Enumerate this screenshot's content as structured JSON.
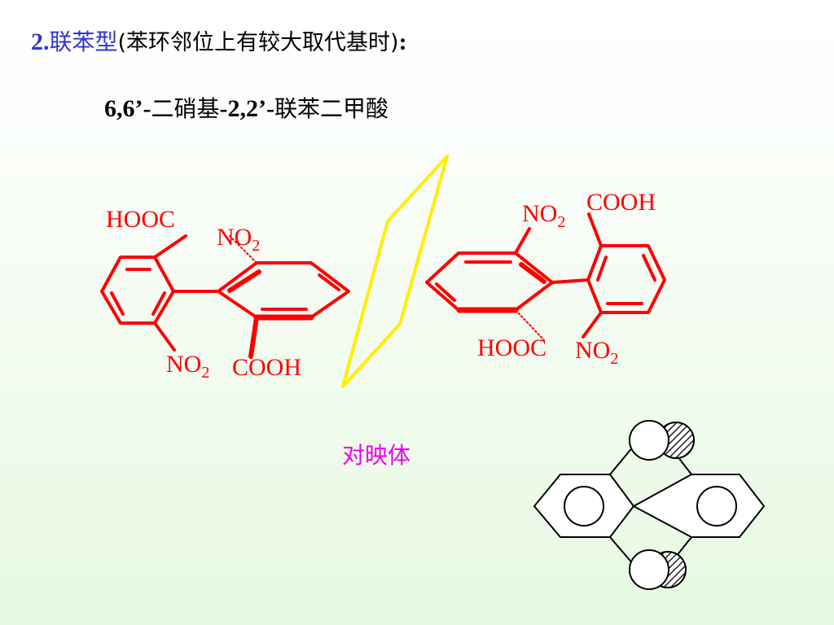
{
  "heading": {
    "number": "2.",
    "main": "联苯型",
    "paren": "(苯环邻位上有较大取代基时)",
    "colon": ":"
  },
  "compound": {
    "prefix": "6,6’-",
    "part1": "二硝基",
    "mid": "-2,2’-",
    "part2": "联苯二甲酸"
  },
  "labels": {
    "hooc": "HOOC",
    "cooh": "COOH",
    "no": "NO",
    "sub2": "2",
    "enantiomer": "对映体"
  },
  "colors": {
    "molecule": "#ff0000",
    "mirror_plane": "#ffee00",
    "heading_accent": "#3333cc",
    "enantiomer_text": "#ee00ee"
  }
}
